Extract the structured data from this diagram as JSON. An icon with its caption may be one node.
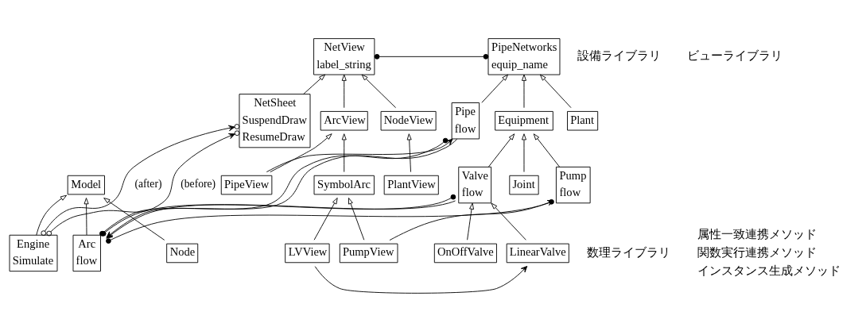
{
  "diagram": {
    "nodes": [
      {
        "text": [
          "Model"
        ]
      },
      {
        "text": [
          "Engine",
          "Simulate"
        ]
      },
      {
        "text": [
          "Arc",
          "flow"
        ]
      },
      {
        "text": [
          "Node"
        ]
      },
      {
        "text": [
          "PipeNetworks",
          "equip_name"
        ]
      },
      {
        "text": [
          "Pipe",
          "flow"
        ]
      },
      {
        "text": [
          "Equipment"
        ]
      },
      {
        "text": [
          "Plant"
        ]
      },
      {
        "text": [
          "Valve",
          "flow"
        ]
      },
      {
        "text": [
          "Pump",
          "flow"
        ]
      },
      {
        "text": [
          "Joint"
        ]
      },
      {
        "text": [
          "LinearValve"
        ]
      },
      {
        "text": [
          "OnOffValve"
        ]
      },
      {
        "text": [
          "NetView",
          "label_string"
        ]
      },
      {
        "text": [
          "NetSheet",
          "SuspendDraw",
          "ResumeDraw"
        ]
      },
      {
        "text": [
          "ArcView"
        ]
      },
      {
        "text": [
          "NodeView"
        ]
      },
      {
        "text": [
          "PipeView"
        ]
      },
      {
        "text": [
          "SymbolArc"
        ]
      },
      {
        "text": [
          "PlantView"
        ]
      },
      {
        "text": [
          "LVView"
        ]
      },
      {
        "text": [
          "PumpView"
        ]
      }
    ],
    "edges": [
      {
        "from": 1,
        "to": 0,
        "arrow": "to"
      },
      {
        "from": 2,
        "to": 0,
        "arrow": "to"
      },
      {
        "from": 3,
        "to": 0,
        "arrow": "to"
      },
      {
        "from": 5,
        "to": 4,
        "arrow": "to"
      },
      {
        "from": 6,
        "to": 4,
        "arrow": "to"
      },
      {
        "from": 7,
        "to": 4,
        "arrow": "to"
      },
      {
        "from": 8,
        "to": 6,
        "arrow": "to"
      },
      {
        "from": 9,
        "to": 6,
        "arrow": "to"
      },
      {
        "from": 10,
        "to": 6,
        "arrow": "to"
      },
      {
        "from": 11,
        "to": 8,
        "arrow": "to"
      },
      {
        "from": 12,
        "to": 8,
        "arrow": "to"
      },
      {
        "from": 14,
        "to": 13,
        "arrow": "to"
      },
      {
        "from": 15,
        "to": 13,
        "arrow": "to"
      },
      {
        "from": 16,
        "to": 13,
        "arrow": "to"
      },
      {
        "from": 17,
        "to": 15,
        "arrow": "to"
      },
      {
        "from": 18,
        "to": 15,
        "arrow": "to"
      },
      {
        "from": 19,
        "to": 16,
        "arrow": "to"
      },
      {
        "from": 20,
        "to": 18,
        "arrow": "to"
      },
      {
        "from": 21,
        "to": 18,
        "arrow": "to"
      },
      {
        "from": 4,
        "to": 13,
        "arrow": "other"
      },
      {
        "from": 2,
        "to": 5,
        "arrow": "other"
      },
      {
        "from": 2,
        "to": 8,
        "arrow": "other"
      },
      {
        "from": 2,
        "to": 9,
        "arrow": "other"
      },
      {
        "from": 5,
        "to": 2,
        "arrow": "to"
      },
      {
        "from": 8,
        "to": 2,
        "arrow": "to"
      },
      {
        "from": 17,
        "to": 5,
        "arrow": "to"
      },
      {
        "from": 21,
        "to": 9,
        "arrow": "to"
      },
      {
        "from": 20,
        "to": 11,
        "arrow": "to"
      },
      {
        "from": 1,
        "to": 14,
        "arrow": "to",
        "label": "(after)"
      },
      {
        "from": 1,
        "to": 14,
        "arrow": "to",
        "label": "(before)"
      }
    ],
    "labels": [
      "設備ライブラリ",
      "ビューライブラリ",
      "数理ライブラリ"
    ],
    "legend": [
      {
        "text": "属性一致連携メソッド"
      },
      {
        "text": "関数実行連携メソッド"
      },
      {
        "text": "インスタンス生成メソッド"
      }
    ]
  }
}
